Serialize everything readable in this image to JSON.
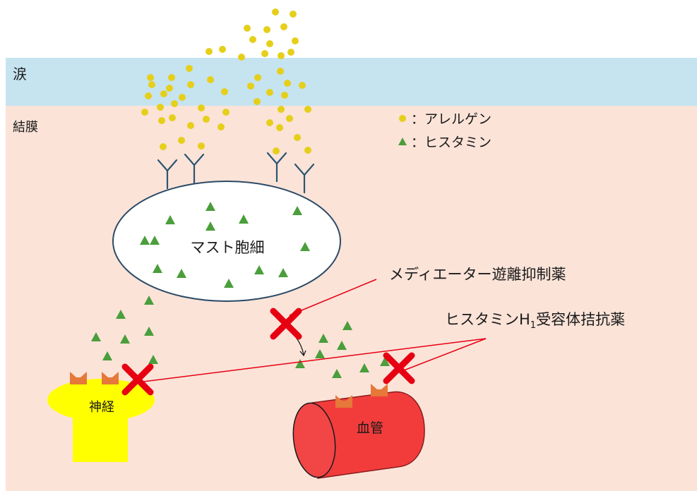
{
  "layers": {
    "tears_label": "涙",
    "conjunctiva_label": "結膜",
    "tears_color": "#c5e4f0",
    "conjunctiva_color": "#fbe3d8"
  },
  "legend": {
    "allergen_label": "：アレルゲン",
    "histamine_label": "：ヒスタミン",
    "allergen_color": "#e6cf1a",
    "histamine_color": "#4a9e3b"
  },
  "cells": {
    "mast_cell_label": "マスト胞細",
    "nerve_label": "神経",
    "vessel_label": "血管",
    "nerve_color": "#ffff00",
    "vessel_color": "#f23c3c",
    "receptor_color": "#e6783a"
  },
  "drugs": {
    "mediator_label": "メディエーター遊離抑制薬",
    "h1_label_prefix": "ヒスタミンH",
    "h1_subscript": "1",
    "h1_label_suffix": "受容体拮抗薬",
    "block_color": "#e60012"
  }
}
